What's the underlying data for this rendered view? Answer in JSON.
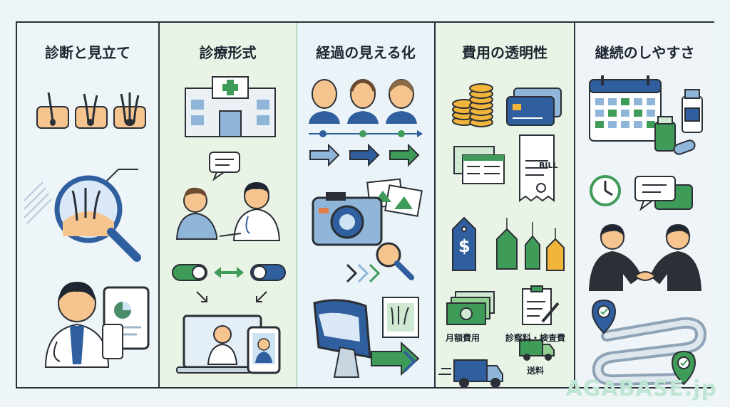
{
  "columns": [
    {
      "title": "診断と見立て"
    },
    {
      "title": "診療形式"
    },
    {
      "title": "経過の見える化"
    },
    {
      "title": "費用の透明性"
    },
    {
      "title": "継続のしやすさ"
    }
  ],
  "cost_labels": {
    "bill": "BILL",
    "dollar": "$",
    "monthly_fee": "月額費用",
    "exam_fee": "診察料・検査費",
    "shipping": "送料"
  },
  "brand": "AGABASE.jp"
}
